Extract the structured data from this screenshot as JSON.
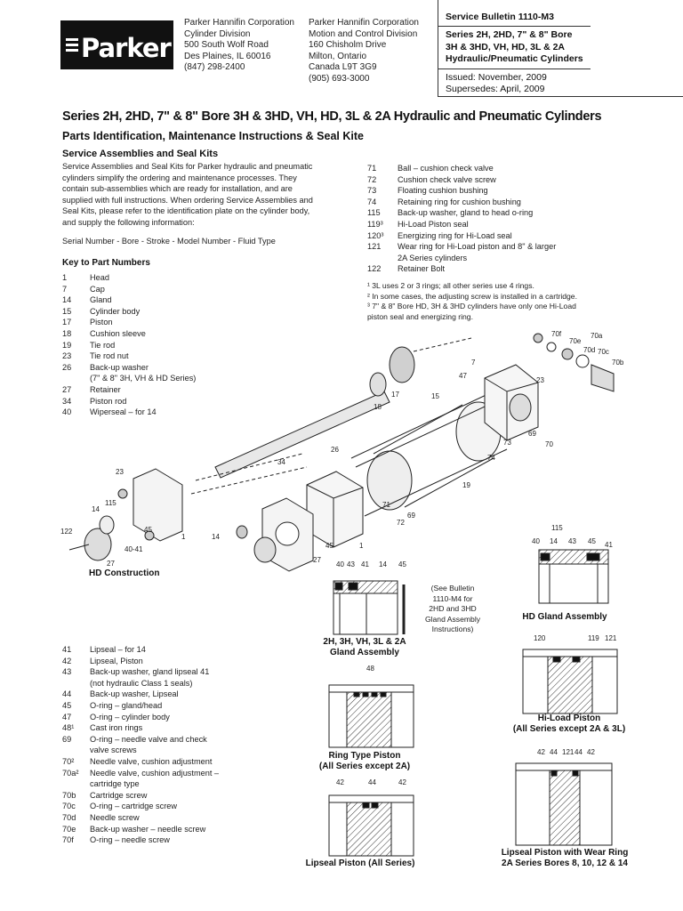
{
  "header": {
    "logo_text": "Parker",
    "address_left": [
      "Parker Hannifin Corporation",
      "Cylinder Division",
      "500 South Wolf Road",
      "Des Plaines, IL 60016",
      "(847) 298-2400"
    ],
    "address_right": [
      "Parker Hannifin Corporation",
      "Motion and Control Division",
      "160 Chisholm Drive",
      "Milton, Ontario",
      "Canada L9T 3G9",
      "(905) 693-3000"
    ]
  },
  "bulletin": {
    "number": "Service Bulletin 1110-M3",
    "series_lines": [
      "Series 2H, 2HD, 7\" & 8\" Bore",
      "3H & 3HD, VH, HD, 3L & 2A",
      "Hydraulic/Pneumatic Cylinders"
    ],
    "issued": "Issued:  November, 2009",
    "supersedes": "Supersedes:  April, 2009"
  },
  "title": "Series 2H, 2HD, 7\" & 8\" Bore 3H & 3HD, VH, HD, 3L & 2A Hydraulic and Pneumatic Cylinders",
  "subtitle": "Parts Identification, Maintenance Instructions & Seal Kite",
  "section_title": "Service Assemblies and Seal Kits",
  "intro_lines": [
    "Service Assemblies and Seal Kits for Parker hydraulic and pneumatic",
    "cylinders simplify the ordering and maintenance processes. They",
    "contain sub-assemblies which are ready for installation, and are",
    "supplied with full instructions. When ordering Service Assemblies and",
    "Seal Kits, please refer to the identification plate on the cylinder body,",
    "and supply the following information:"
  ],
  "serial_line": "Serial Number - Bore - Stroke - Model Number - Fluid Type",
  "key_title": "Key to Part Numbers",
  "parts_a": [
    {
      "n": "1",
      "t": "Head"
    },
    {
      "n": "7",
      "t": "Cap"
    },
    {
      "n": "14",
      "t": "Gland"
    },
    {
      "n": "15",
      "t": "Cylinder body"
    },
    {
      "n": "17",
      "t": "Piston"
    },
    {
      "n": "18",
      "t": "Cushion sleeve"
    },
    {
      "n": "19",
      "t": "Tie rod"
    },
    {
      "n": "23",
      "t": "Tie rod nut"
    },
    {
      "n": "26",
      "t": "Back-up washer"
    },
    {
      "n": "",
      "t": "(7\" & 8\" 3H, VH & HD Series)"
    },
    {
      "n": "27",
      "t": "Retainer"
    },
    {
      "n": "34",
      "t": "Piston rod"
    },
    {
      "n": "40",
      "t": "Wiperseal – for 14"
    }
  ],
  "parts_b": [
    {
      "n": "41",
      "t": "Lipseal – for 14"
    },
    {
      "n": "42",
      "t": "Lipseal, Piston"
    },
    {
      "n": "43",
      "t": "Back-up washer, gland lipseal 41"
    },
    {
      "n": "",
      "t": "(not hydraulic Class 1 seals)"
    },
    {
      "n": "44",
      "t": "Back-up washer, Lipseal"
    },
    {
      "n": "45",
      "t": "O-ring – gland/head"
    },
    {
      "n": "47",
      "t": "O-ring – cylinder body"
    },
    {
      "n": "48¹",
      "t": "Cast iron rings"
    },
    {
      "n": "69",
      "t": "O-ring – needle valve and check"
    },
    {
      "n": "",
      "t": "valve screws"
    },
    {
      "n": "70²",
      "t": "Needle valve, cushion adjustment"
    },
    {
      "n": "70a²",
      "t": "Needle valve, cushion adjustment –"
    },
    {
      "n": "",
      "t": "cartridge type"
    },
    {
      "n": "70b",
      "t": "Cartridge screw"
    },
    {
      "n": "70c",
      "t": "O-ring – cartridge screw"
    },
    {
      "n": "70d",
      "t": "Needle screw"
    },
    {
      "n": "70e",
      "t": "Back-up washer – needle screw"
    },
    {
      "n": "70f",
      "t": "O-ring – needle screw"
    }
  ],
  "parts_c": [
    {
      "n": "71",
      "t": "Ball – cushion check valve"
    },
    {
      "n": "72",
      "t": "Cushion check valve screw"
    },
    {
      "n": "73",
      "t": "Floating cushion bushing"
    },
    {
      "n": "74",
      "t": "Retaining ring for cushion bushing"
    },
    {
      "n": "115",
      "t": "Back-up washer, gland to head o-ring"
    },
    {
      "n": "119³",
      "t": "Hi-Load Piston seal"
    },
    {
      "n": "120³",
      "t": "Energizing ring for Hi-Load seal"
    },
    {
      "n": "121",
      "t": "Wear ring for Hi-Load piston and 8\" & larger"
    },
    {
      "n": "",
      "t": "2A Series cylinders"
    },
    {
      "n": "122",
      "t": "Retainer Bolt"
    }
  ],
  "footnotes": [
    "¹ 3L uses 2 or 3 rings; all other series use 4 rings.",
    "² In some cases, the adjusting screw is installed in a cartridge.",
    "³ 7\" & 8\" Bore HD, 3H & 3HD cylinders have only one Hi-Load",
    "piston seal and energizing ring."
  ],
  "captions": {
    "hd_construction": "HD Construction",
    "gland_assembly": [
      "2H, 3H, VH, 3L & 2A",
      "Gland Assembly"
    ],
    "see_bulletin": [
      "(See Bulletin",
      "1110-M4 for",
      "2HD and 3HD",
      "Gland Assembly",
      "Instructions)"
    ],
    "hd_gland": "HD Gland Assembly",
    "hi_load": [
      "Hi-Load Piston",
      "(All Series except 2A & 3L)"
    ],
    "ring_type": [
      "Ring Type Piston",
      "(All Series except 2A)"
    ],
    "lipseal": "Lipseal Piston (All Series)",
    "wear_ring": [
      "Lipseal Piston with Wear Ring",
      "2A Series Bores 8, 10, 12 & 14"
    ]
  },
  "diagram_labels": {
    "exploded": [
      "70f",
      "70e",
      "70a",
      "70d",
      "70c",
      "70b",
      "7",
      "23",
      "47",
      "17",
      "18",
      "15",
      "69",
      "70",
      "73",
      "74",
      "34",
      "26",
      "19",
      "71",
      "69",
      "72",
      "23",
      "115",
      "14",
      "122",
      "45",
      "40-41",
      "1",
      "27",
      "14",
      "45",
      "1",
      "27"
    ],
    "gland_assy": [
      "40",
      "43",
      "41",
      "14",
      "45"
    ],
    "hd_gland": [
      "115",
      "40",
      "14",
      "43",
      "45",
      "41"
    ],
    "hi_load": [
      "120",
      "119",
      "121"
    ],
    "ring_type": [
      "48"
    ],
    "lipseal": [
      "42",
      "44",
      "42"
    ],
    "wear_ring": [
      "42",
      "44",
      "121",
      "44",
      "42"
    ]
  }
}
